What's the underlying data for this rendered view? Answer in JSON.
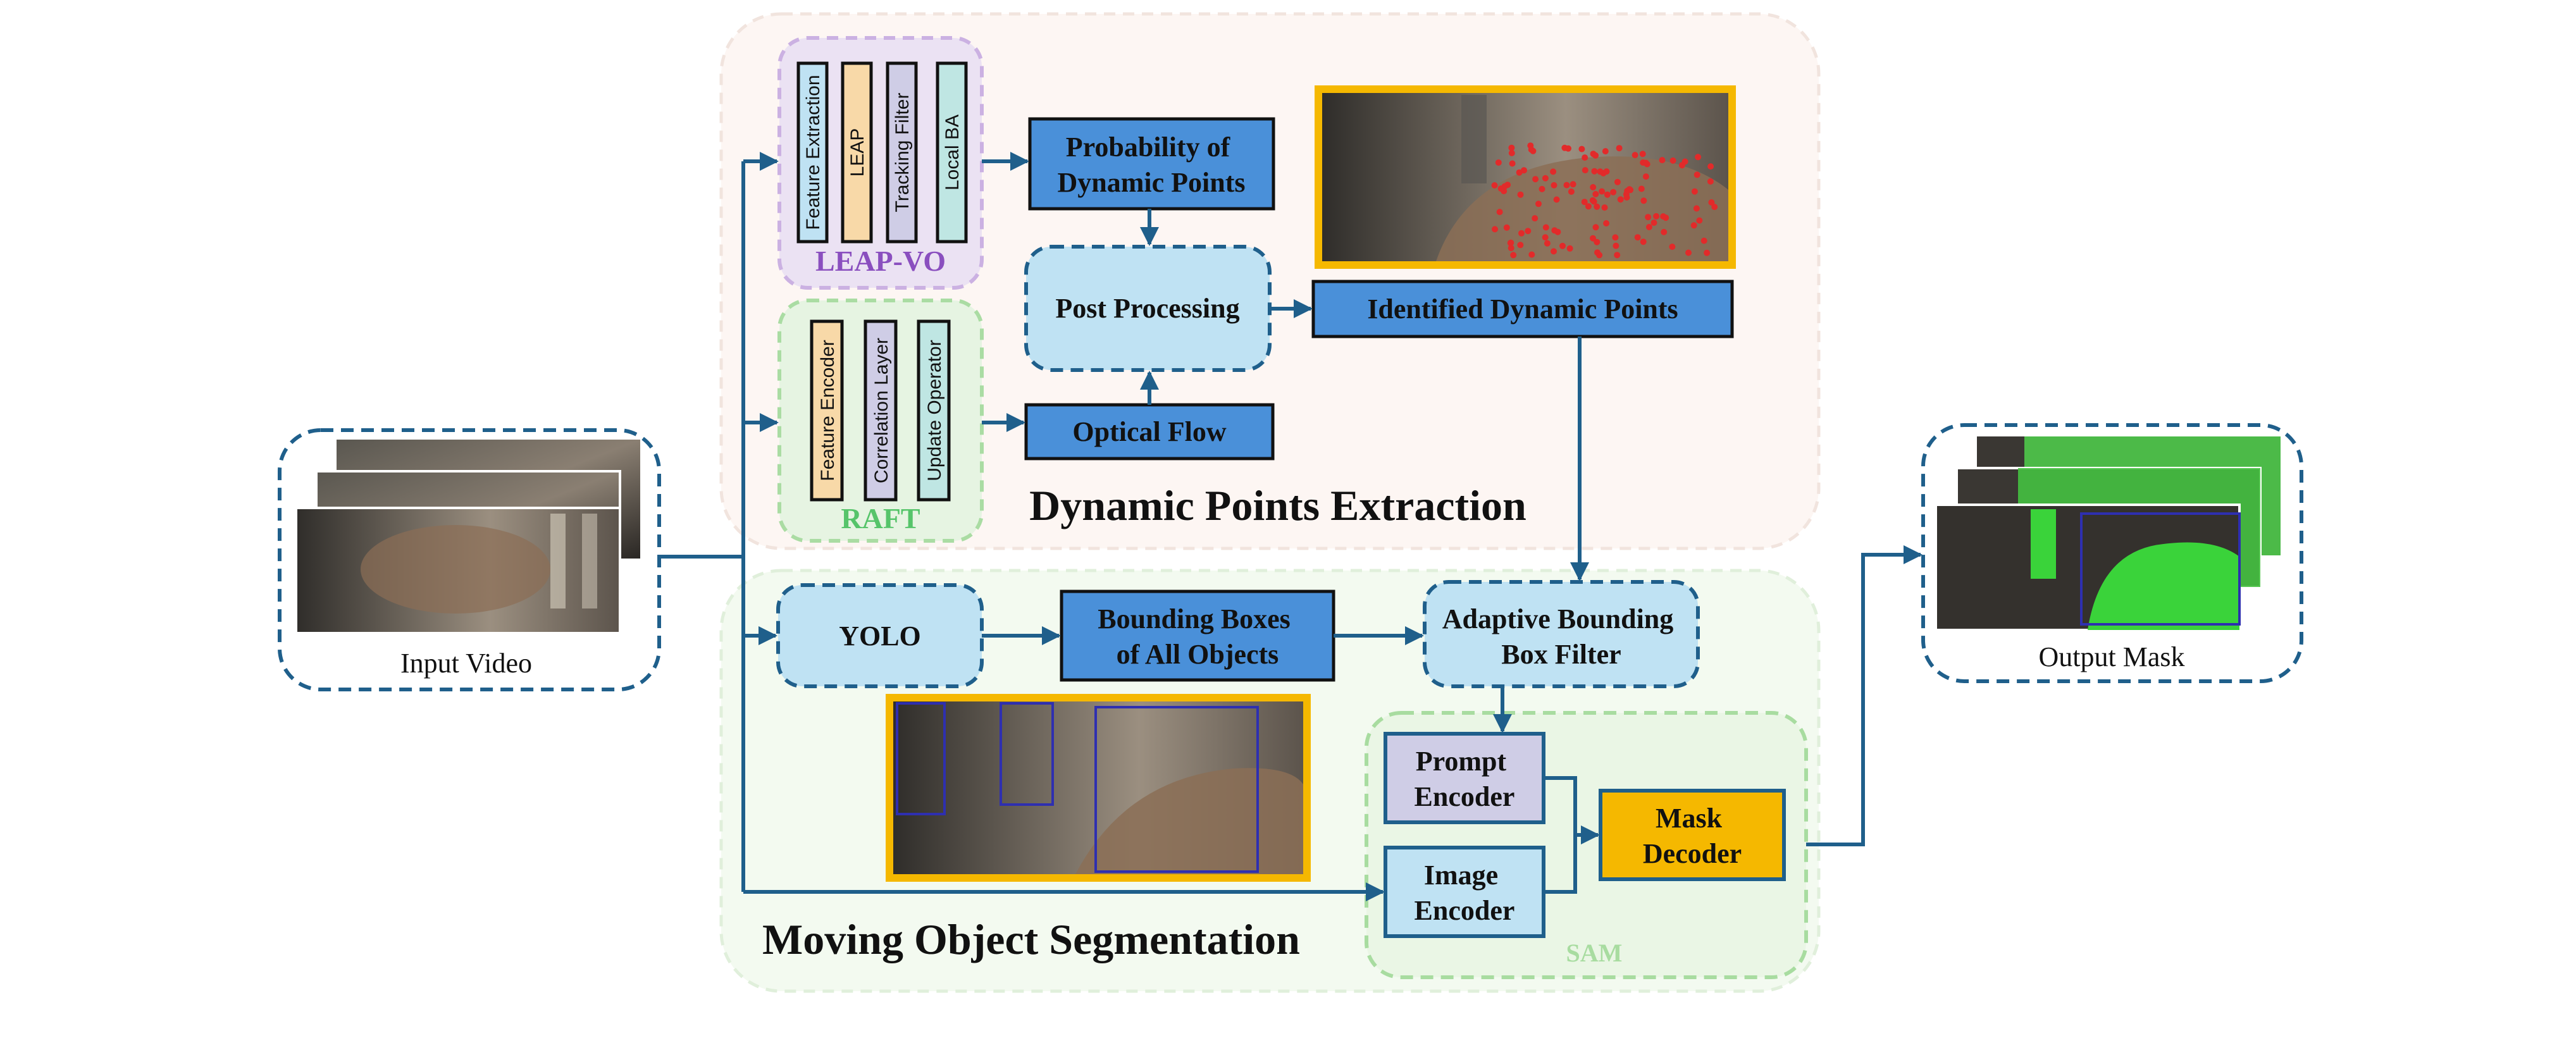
{
  "sections": {
    "dynamic_points_extraction": "Dynamic Points Extraction",
    "moving_object_segmentation": "Moving Object Segmentation"
  },
  "input": {
    "label": "Input Video"
  },
  "output": {
    "label": "Output Mask"
  },
  "leap_vo": {
    "title": "LEAP-VO",
    "layers": [
      "Feature Extraction",
      "LEAP",
      "Tracking Filter",
      "Local BA"
    ]
  },
  "raft": {
    "title": "RAFT",
    "layers": [
      "Feature Encoder",
      "Correlation Layer",
      "Update Operator"
    ]
  },
  "blocks": {
    "probability_line1": "Probability of",
    "probability_line2": "Dynamic Points",
    "post_processing": "Post Processing",
    "optical_flow": "Optical Flow",
    "identified_dynamic_points": "Identified Dynamic Points",
    "yolo": "YOLO",
    "bbox_line1": "Bounding Boxes",
    "bbox_line2": "of All Objects",
    "abf_line1": "Adaptive Bounding",
    "abf_line2": "Box Filter",
    "prompt_line1": "Prompt",
    "prompt_line2": "Encoder",
    "image_line1": "Image",
    "image_line2": "Encoder",
    "mask_line1": "Mask",
    "mask_line2": "Decoder"
  },
  "sam": {
    "title": "SAM"
  },
  "colors": {
    "navy": "#1f5f8b",
    "box_dark": "#4a90d9",
    "box_light": "#bfe2f3",
    "leap_purple": "#8a4fbf",
    "raft_green": "#56c46a",
    "sam_green": "#a8dca0",
    "mask_yellow": "#f5b800",
    "prompt_lavender": "#cfcde6",
    "dpe_bg": "#fdf6f3",
    "mos_bg": "#f3faf0"
  }
}
